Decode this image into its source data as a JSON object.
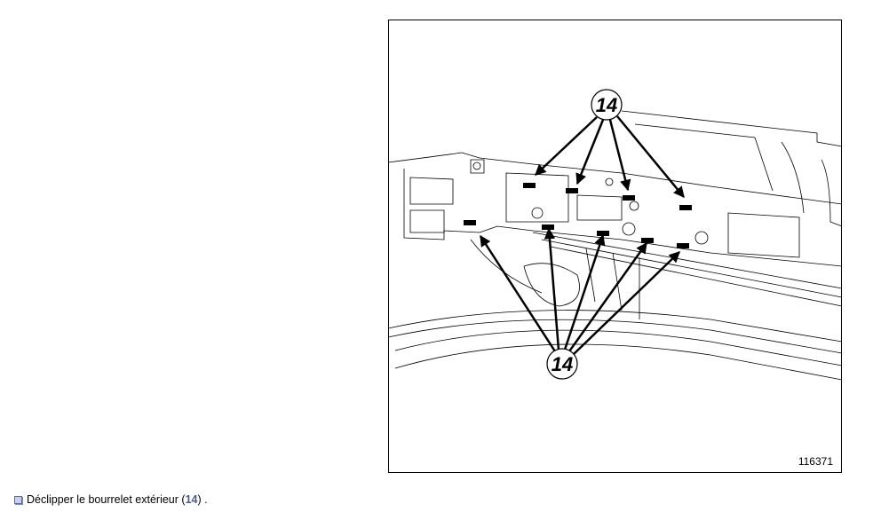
{
  "figure": {
    "number": "116371",
    "callout_top": "14",
    "callout_bottom": "14"
  },
  "instruction": {
    "text_before": "Déclipper le bourrelet extérieur (",
    "reference": "14",
    "text_after": ") ."
  },
  "colors": {
    "reference": "#4a5a8a",
    "bullet": "#c9d0ea"
  }
}
